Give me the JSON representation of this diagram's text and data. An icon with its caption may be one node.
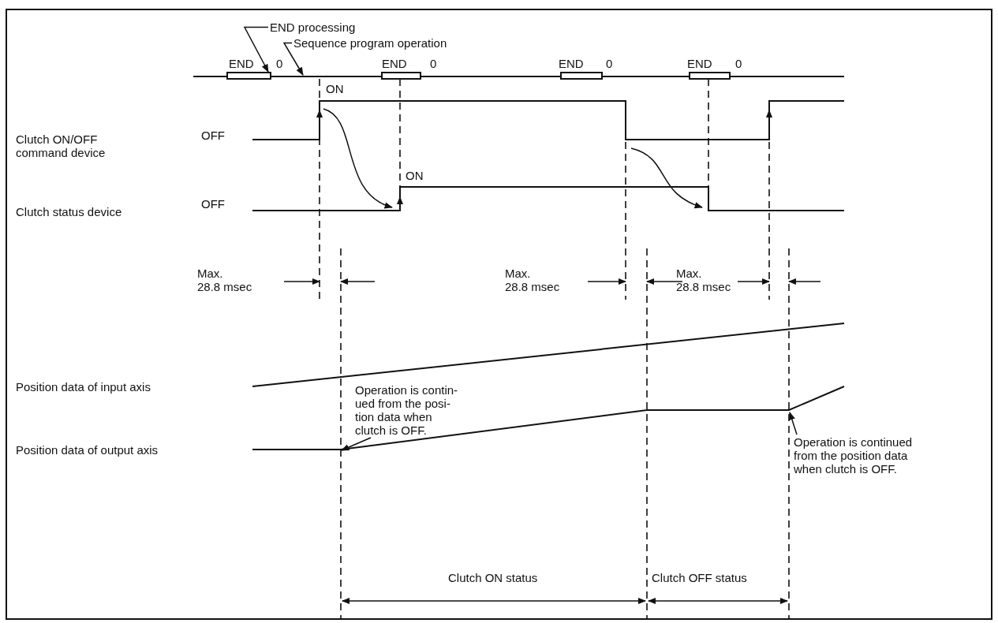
{
  "diagram": {
    "nodes": [
      {
        "text": [
          "END processing"
        ]
      },
      {
        "text": [],
        "shape": "bar"
      },
      {
        "text": [
          "Sequence program operation"
        ]
      },
      {
        "text": [
          "Operation is contin- ued from the posi- tion data when clutch is OFF."
        ]
      },
      {
        "text": [
          "Operation is continued from the position data when clutch is OFF."
        ]
      }
    ],
    "edges": [
      {
        "from": 0,
        "to": 1,
        "arrow": "to"
      },
      {
        "from": 2,
        "to": null,
        "arrow": "to"
      },
      {
        "from": 3,
        "to": null,
        "arrow": "to"
      },
      {
        "from": 4,
        "to": null,
        "arrow": "to"
      }
    ],
    "labels": [
      "END",
      "0",
      "END",
      "0",
      "END",
      "0",
      "END",
      "0",
      "ON",
      "Clutch ON/OFF command device",
      "OFF",
      "ON",
      "Clutch status device",
      "OFF",
      "Max. 28.8 msec",
      "Max. 28.8 msec",
      "Max. 28.8 msec",
      "Position data of input axis",
      "Position data of output axis",
      "Clutch ON status",
      "Clutch OFF status"
    ]
  }
}
